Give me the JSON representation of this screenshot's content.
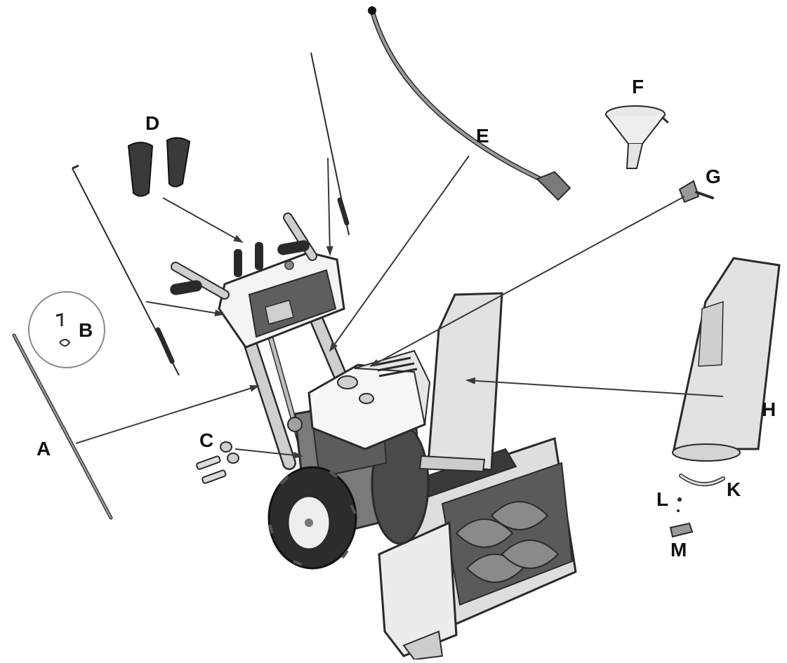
{
  "labels": {
    "a": "A",
    "b": "B",
    "c": "C",
    "d": "D",
    "e": "E",
    "f": "F",
    "g": "G",
    "h": "H",
    "k": "K",
    "l": "L",
    "m": "M"
  },
  "colors": {
    "outline": "#2a2a2a",
    "body_white": "#f4f4f4",
    "housing_gray": "#d4d4d4",
    "part_gray": "#9a9a9a",
    "dark": "#3a3a3a",
    "leader": "#3a3a3a"
  }
}
